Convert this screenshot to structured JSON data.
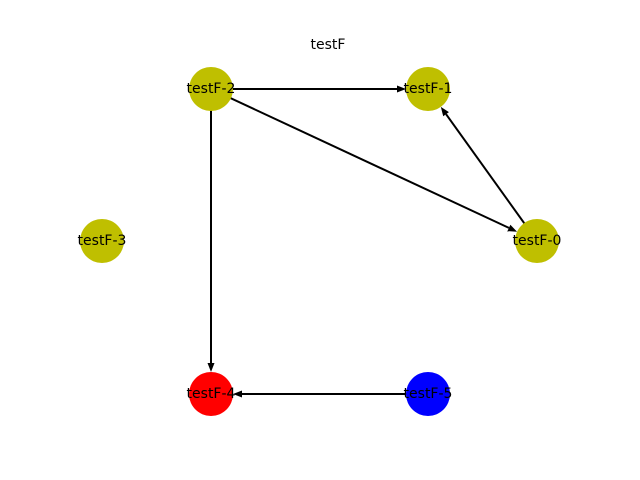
{
  "graph": {
    "title": "testF",
    "nodes": [
      {
        "id": "testF-0",
        "label": "testF-0",
        "color": "#bfbf00"
      },
      {
        "id": "testF-1",
        "label": "testF-1",
        "color": "#bfbf00"
      },
      {
        "id": "testF-2",
        "label": "testF-2",
        "color": "#bfbf00"
      },
      {
        "id": "testF-3",
        "label": "testF-3",
        "color": "#bfbf00"
      },
      {
        "id": "testF-4",
        "label": "testF-4",
        "color": "#ff0000"
      },
      {
        "id": "testF-5",
        "label": "testF-5",
        "color": "#0000ff"
      }
    ],
    "edges": [
      {
        "from": "testF-2",
        "to": "testF-1"
      },
      {
        "from": "testF-2",
        "to": "testF-0"
      },
      {
        "from": "testF-2",
        "to": "testF-4"
      },
      {
        "from": "testF-0",
        "to": "testF-1"
      },
      {
        "from": "testF-5",
        "to": "testF-4"
      }
    ]
  }
}
